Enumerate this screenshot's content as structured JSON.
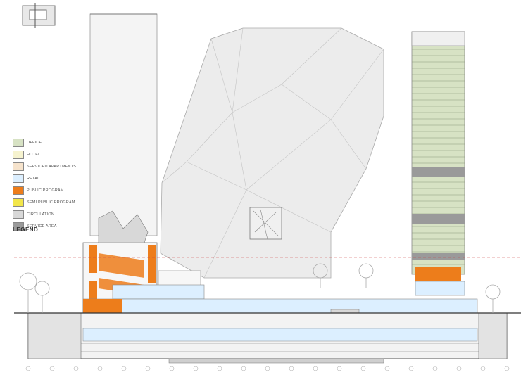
{
  "legend": {
    "title": "LEGEND",
    "items": [
      {
        "label": "OFFICE",
        "color": "#d7e2c4"
      },
      {
        "label": "HOTEL",
        "color": "#f6f3cf"
      },
      {
        "label": "SERVICED APARTMENTS",
        "color": "#f6e3cc"
      },
      {
        "label": "RETAIL",
        "color": "#dcefff"
      },
      {
        "label": "PUBLIC PROGRAM",
        "color": "#ed7d1b"
      },
      {
        "label": "SEMI PUBLIC PROGRAM",
        "color": "#f2e64a"
      },
      {
        "label": "CIRCULATION",
        "color": "#d8d8d8"
      },
      {
        "label": "SERVICE AREA",
        "color": "#9a9a9a"
      }
    ]
  }
}
